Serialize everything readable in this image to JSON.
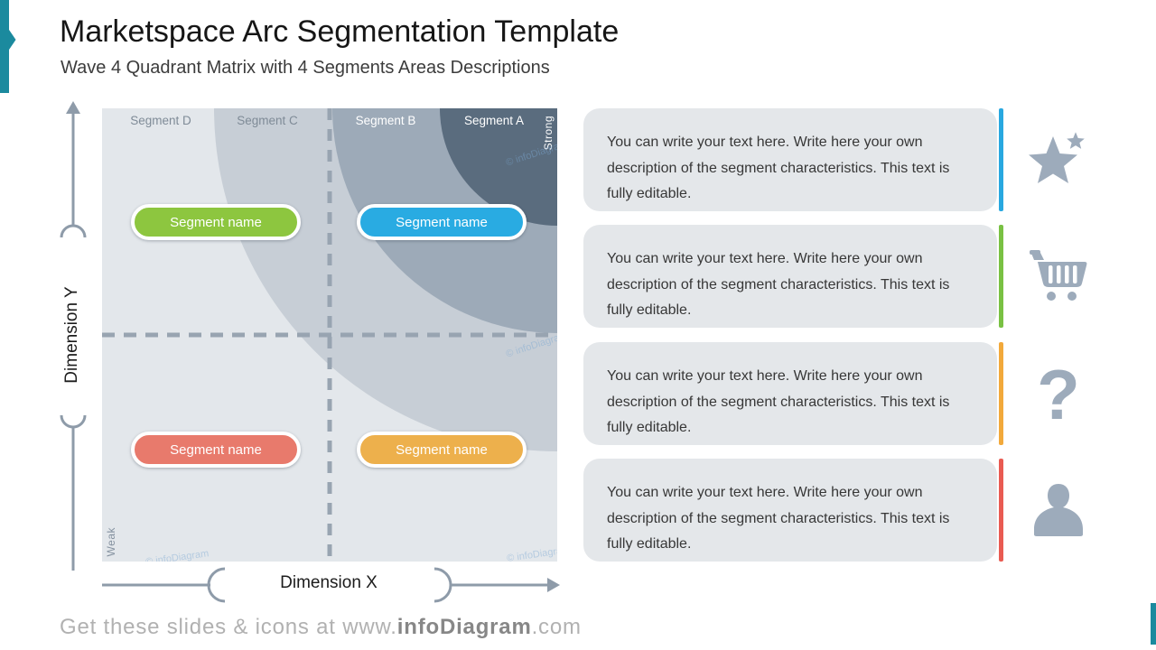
{
  "slide": {
    "title": "Marketspace Arc Segmentation Template",
    "subtitle": "Wave 4 Quadrant Matrix with 4 Segments Areas Descriptions"
  },
  "matrix": {
    "arc_labels": [
      "Segment D",
      "Segment C",
      "Segment B",
      "Segment A"
    ],
    "strong_label": "Strong",
    "weak_label": "Weak",
    "x_axis_label": "Dimension X",
    "y_axis_label": "Dimension Y",
    "pills": [
      {
        "label": "Segment name",
        "quadrant": "top-left",
        "color": "#8DC63F"
      },
      {
        "label": "Segment name",
        "quadrant": "top-right",
        "color": "#29ABE2"
      },
      {
        "label": "Segment name",
        "quadrant": "bottom-left",
        "color": "#E87A6C"
      },
      {
        "label": "Segment name",
        "quadrant": "bottom-right",
        "color": "#EDB04C"
      }
    ]
  },
  "descriptions": [
    {
      "text": "You can write your text here. Write here your own description of the segment characteristics. This text is fully editable.",
      "accent_color": "#29A8E0",
      "icon": "star-icon"
    },
    {
      "text": "You can write your text here. Write here your own description of the segment characteristics. This text is fully editable.",
      "accent_color": "#79C143",
      "icon": "cart-icon"
    },
    {
      "text": "You can write your text here. Write here your own description of the segment characteristics. This text is fully editable.",
      "accent_color": "#F2A93B",
      "icon": "question-mark-icon"
    },
    {
      "text": "You can write your text here. Write here your own description of the segment characteristics. This text is fully editable.",
      "accent_color": "#E95B52",
      "icon": "person-icon"
    }
  ],
  "icons": {
    "question_glyph": "?"
  },
  "watermark": "© infoDiagram",
  "footer": {
    "prefix": "Get these slides & icons at www.",
    "brand": "infoDiagram",
    "suffix": ".com"
  },
  "palette": {
    "teal": "#1B8A9E",
    "chart_bg": "#E3E7EB",
    "arc_c": "#C7CED6",
    "arc_b": "#9DAAB8",
    "arc_a": "#5A6C7E",
    "axis": "#8E9BA9",
    "dashed": "#98A4B1",
    "icon_gray": "#9DABBB",
    "box_bg": "#E4E7EA"
  }
}
